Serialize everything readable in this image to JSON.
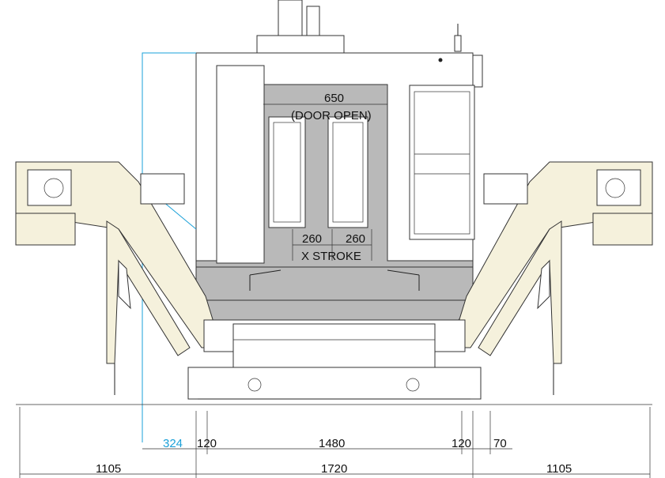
{
  "dimensions": {
    "door_open": "650",
    "door_open_note": "(DOOR OPEN)",
    "x_left": "260",
    "x_right": "260",
    "x_stroke": "X STROKE",
    "side_offset": "324",
    "gap_left": "120",
    "table_width": "1480",
    "gap_right": "120",
    "right_offset": "70",
    "overall_left": "1105",
    "overall_center": "1720",
    "overall_right": "1105"
  },
  "colors": {
    "outline": "#222222",
    "enclosure_fill": "#b9b9b9",
    "conveyor_fill": "#f5f1dc",
    "highlight_line": "#1aa0d8"
  }
}
